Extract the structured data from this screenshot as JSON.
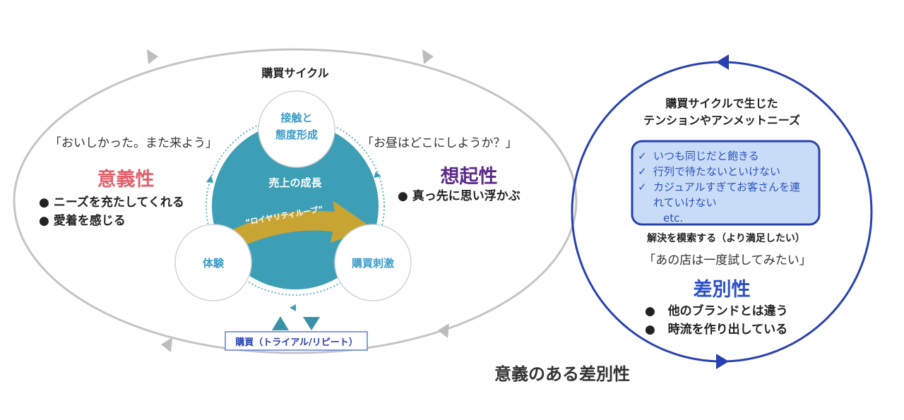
{
  "colors": {
    "gray_loop": "#bdbdbd",
    "blue_loop": "#2741b0",
    "teal": "#3d9fb5",
    "teal_dark": "#3a92a8",
    "gold": "#c8a533",
    "meaning_red": "#e0626b",
    "recall_purple": "#5b2a86",
    "diff_blue": "#2b4fc9",
    "box_fill": "#c9dcf7",
    "box_border": "#2741b0"
  },
  "left": {
    "title": "購買サイクル",
    "node_top_line1": "接触と",
    "node_top_line2": "態度形成",
    "center_label": "売上の成長",
    "loyalty_loop": "“ロイヤリティループ”",
    "node_left": "体験",
    "node_right": "購買刺激",
    "quote_left": "「おいしかった。また来よう」",
    "quote_right": "「お昼はどこにしようか？」",
    "meaning": {
      "title": "意義性",
      "bullets": [
        "ニーズを充たしてくれる",
        "愛着を感じる"
      ]
    },
    "recall": {
      "title": "想起性",
      "bullets": [
        "真っ先に思い浮かぶ"
      ]
    },
    "purchase_label": "購買（トライアル/リピート）"
  },
  "right": {
    "title_line1": "購買サイクルで生じた",
    "title_line2": "テンションやアンメットニーズ",
    "checks": [
      "いつも同じだと飽きる",
      "行列で待たないといけない",
      "カジュアルすぎてお客さんを連"
    ],
    "check_continuation": "れていけない",
    "etc": "etc.",
    "solve": "解決を模索する（より満足したい）",
    "quote": "「あの店は一度試してみたい」",
    "diff": {
      "title": "差別性",
      "bullets": [
        "他のブランドとは違う",
        "時流を作り出している"
      ]
    }
  },
  "bottom_title": "意義のある差別性"
}
